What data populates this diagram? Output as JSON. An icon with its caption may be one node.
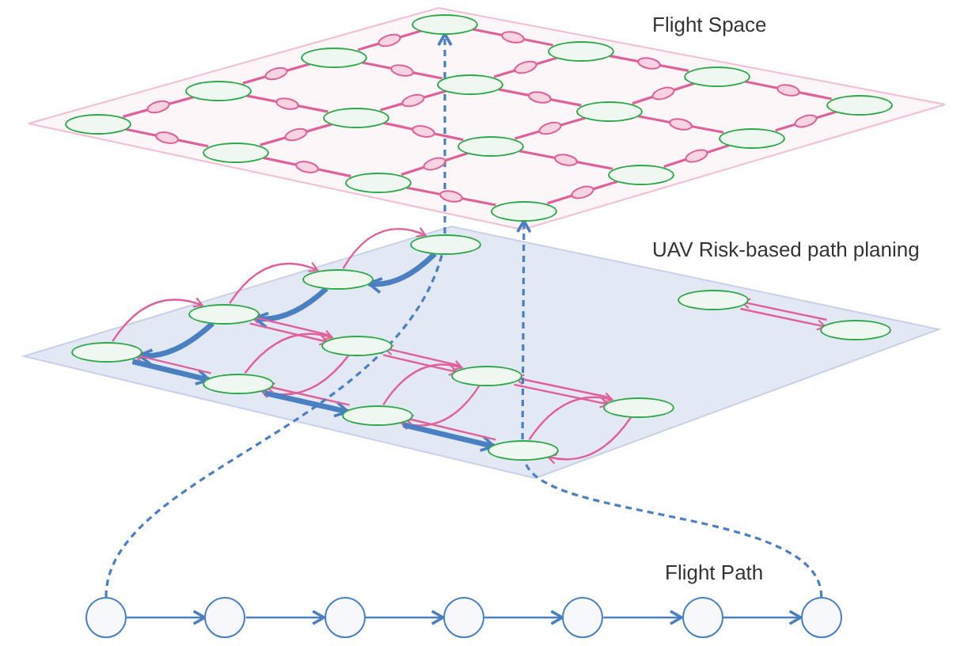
{
  "diagram": {
    "nodes": [
      {
        "text": [
          "Flight Space"
        ]
      },
      {
        "text": [],
        "shape": "ellipse",
        "in": 0
      },
      {
        "text": [],
        "shape": "ellipse",
        "in": 0
      },
      {
        "text": [],
        "shape": "ellipse",
        "in": 0
      },
      {
        "text": [],
        "shape": "ellipse",
        "in": 0
      },
      {
        "text": [],
        "shape": "ellipse",
        "in": 0
      },
      {
        "text": [],
        "shape": "ellipse",
        "in": 0
      },
      {
        "text": [],
        "shape": "ellipse",
        "in": 0
      },
      {
        "text": [],
        "shape": "ellipse",
        "in": 0
      },
      {
        "text": [],
        "shape": "ellipse",
        "in": 0
      },
      {
        "text": [],
        "shape": "ellipse",
        "in": 0
      },
      {
        "text": [],
        "shape": "ellipse",
        "in": 0
      },
      {
        "text": [],
        "shape": "ellipse",
        "in": 0
      },
      {
        "text": [],
        "shape": "ellipse",
        "in": 0
      },
      {
        "text": [],
        "shape": "ellipse",
        "in": 0
      },
      {
        "text": [],
        "shape": "ellipse",
        "in": 0
      },
      {
        "text": [],
        "shape": "ellipse",
        "in": 0
      },
      {
        "text": [
          "UAV Risk-based path planing"
        ]
      },
      {
        "text": [],
        "shape": "ellipse",
        "in": 17
      },
      {
        "text": [],
        "shape": "ellipse",
        "in": 17
      },
      {
        "text": [],
        "shape": "ellipse",
        "in": 17
      },
      {
        "text": [],
        "shape": "ellipse",
        "in": 17
      },
      {
        "text": [],
        "shape": "ellipse",
        "in": 17
      },
      {
        "text": [],
        "shape": "ellipse",
        "in": 17
      },
      {
        "text": [],
        "shape": "ellipse",
        "in": 17
      },
      {
        "text": [],
        "shape": "ellipse",
        "in": 17
      },
      {
        "text": [],
        "shape": "ellipse",
        "in": 17
      },
      {
        "text": [],
        "shape": "ellipse",
        "in": 17
      },
      {
        "text": [],
        "shape": "ellipse",
        "in": 17
      },
      {
        "text": [],
        "shape": "ellipse",
        "in": 17
      },
      {
        "text": [],
        "shape": "circle"
      },
      {
        "text": [],
        "shape": "circle"
      },
      {
        "text": [],
        "shape": "circle"
      },
      {
        "text": [],
        "shape": "circle"
      },
      {
        "text": [],
        "shape": "circle"
      },
      {
        "text": [],
        "shape": "circle"
      },
      {
        "text": [],
        "shape": "circle"
      }
    ],
    "edges": [
      {
        "from": 1,
        "to": 2,
        "arrow": "none"
      },
      {
        "from": 2,
        "to": 4,
        "arrow": "none"
      },
      {
        "from": 4,
        "to": 7,
        "arrow": "none"
      },
      {
        "from": 3,
        "to": 5,
        "arrow": "none"
      },
      {
        "from": 5,
        "to": 8,
        "arrow": "none"
      },
      {
        "from": 8,
        "to": 11,
        "arrow": "none"
      },
      {
        "from": 6,
        "to": 9,
        "arrow": "none"
      },
      {
        "from": 9,
        "to": 12,
        "arrow": "none"
      },
      {
        "from": 12,
        "to": 14,
        "arrow": "none"
      },
      {
        "from": 10,
        "to": 13,
        "arrow": "none"
      },
      {
        "from": 13,
        "to": 15,
        "arrow": "none"
      },
      {
        "from": 15,
        "to": 16,
        "arrow": "none"
      },
      {
        "from": 1,
        "to": 3,
        "arrow": "none"
      },
      {
        "from": 3,
        "to": 6,
        "arrow": "none"
      },
      {
        "from": 6,
        "to": 10,
        "arrow": "none"
      },
      {
        "from": 2,
        "to": 5,
        "arrow": "none"
      },
      {
        "from": 5,
        "to": 9,
        "arrow": "none"
      },
      {
        "from": 9,
        "to": 13,
        "arrow": "none"
      },
      {
        "from": 4,
        "to": 8,
        "arrow": "none"
      },
      {
        "from": 8,
        "to": 12,
        "arrow": "none"
      },
      {
        "from": 12,
        "to": 15,
        "arrow": "none"
      },
      {
        "from": 7,
        "to": 11,
        "arrow": "none"
      },
      {
        "from": 11,
        "to": 14,
        "arrow": "none"
      },
      {
        "from": 14,
        "to": 16,
        "arrow": "none"
      },
      {
        "from": 24,
        "to": 21,
        "arrow": "to"
      },
      {
        "from": 21,
        "to": 19,
        "arrow": "to"
      },
      {
        "from": 19,
        "to": 18,
        "arrow": "to"
      },
      {
        "from": 18,
        "to": 19,
        "arrow": "to",
        "style": "thick",
        "color": "#4a7fc1"
      },
      {
        "from": 19,
        "to": 21,
        "arrow": "to",
        "style": "thick",
        "color": "#4a7fc1"
      },
      {
        "from": 21,
        "to": 24,
        "arrow": "to",
        "style": "thick",
        "color": "#4a7fc1"
      },
      {
        "from": 24,
        "to": 26,
        "arrow": "to",
        "style": "thick",
        "color": "#4a7fc1"
      },
      {
        "from": 26,
        "to": 24,
        "arrow": "to"
      },
      {
        "from": 21,
        "to": 23,
        "arrow": "to"
      },
      {
        "from": 23,
        "to": 21,
        "arrow": "to"
      },
      {
        "from": 26,
        "to": 23,
        "arrow": "to"
      },
      {
        "from": 23,
        "to": 26,
        "arrow": "to"
      },
      {
        "from": 26,
        "to": 28,
        "arrow": "to",
        "style": "thick",
        "color": "#4a7fc1"
      },
      {
        "from": 28,
        "to": 26,
        "arrow": "to"
      },
      {
        "from": 23,
        "to": 25,
        "arrow": "to"
      },
      {
        "from": 25,
        "to": 23,
        "arrow": "to"
      },
      {
        "from": 28,
        "to": 25,
        "arrow": "to"
      },
      {
        "from": 25,
        "to": 28,
        "arrow": "to"
      },
      {
        "from": 28,
        "to": 29,
        "arrow": "to",
        "style": "thick",
        "color": "#4a7fc1"
      },
      {
        "from": 29,
        "to": 28,
        "arrow": "to"
      },
      {
        "from": 25,
        "to": 27,
        "arrow": "to"
      },
      {
        "from": 27,
        "to": 25,
        "arrow": "to"
      },
      {
        "from": 29,
        "to": 27,
        "arrow": "to"
      },
      {
        "from": 27,
        "to": 29,
        "arrow": "to"
      },
      {
        "from": 20,
        "to": 22,
        "arrow": "to"
      },
      {
        "from": 22,
        "to": 20,
        "arrow": "to"
      },
      {
        "from": 30,
        "to": 18,
        "arrow": "none",
        "style": "dashed",
        "color": "#4a7fc1"
      },
      {
        "from": 18,
        "to": 1,
        "arrow": "to",
        "style": "dashed",
        "color": "#4a7fc1"
      },
      {
        "from": 36,
        "to": 29,
        "arrow": "none",
        "style": "dashed",
        "color": "#4a7fc1"
      },
      {
        "from": 29,
        "to": 16,
        "arrow": "to",
        "style": "dashed",
        "color": "#4a7fc1"
      },
      {
        "from": 30,
        "to": 31,
        "arrow": "to",
        "color": "#4a7fc1"
      },
      {
        "from": 31,
        "to": 32,
        "arrow": "to",
        "color": "#4a7fc1"
      },
      {
        "from": 32,
        "to": 33,
        "arrow": "to",
        "color": "#4a7fc1"
      },
      {
        "from": 33,
        "to": 34,
        "arrow": "to",
        "color": "#4a7fc1"
      },
      {
        "from": 34,
        "to": 35,
        "arrow": "to",
        "color": "#4a7fc1"
      },
      {
        "from": 35,
        "to": 36,
        "arrow": "to",
        "color": "#4a7fc1"
      }
    ],
    "labels": [
      "Flight Path"
    ]
  }
}
